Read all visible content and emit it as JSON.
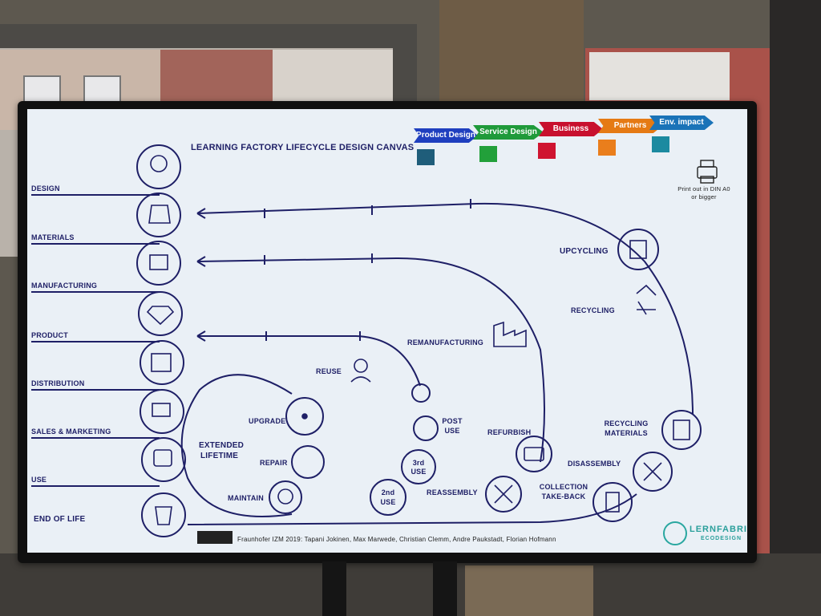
{
  "canvas": {
    "title": "LEARNING FACTORY LIFECYCLE DESIGN CANVAS",
    "print_note_line1": "Print out in DIN A0",
    "print_note_line2": "or bigger",
    "credits": "Fraunhofer IZM 2019: Tapani Jokinen, Max Marwede, Christian Clemm, Andre Paukstadt, Florian Hofmann",
    "logo_top": "LERNFABRIK",
    "logo_bottom": "ECODESIGN"
  },
  "categories": [
    {
      "label": "Product Design",
      "color": "#1f3fbf",
      "swatch": "#1f5d7a"
    },
    {
      "label": "Service Design",
      "color": "#1f9a3a",
      "swatch": "#22a03a"
    },
    {
      "label": "Business",
      "color": "#c8102e",
      "swatch": "#cf1430"
    },
    {
      "label": "Partners",
      "color": "#e57a14",
      "swatch": "#ea7e1c"
    },
    {
      "label": "Env. impact",
      "color": "#1a73b8",
      "swatch": "#1c8aa0"
    }
  ],
  "stages": {
    "design": "DESIGN",
    "materials": "MATERIALS",
    "manufacturing": "MANUFACTURING",
    "product": "PRODUCT",
    "distribution": "DISTRIBUTION",
    "sales": "SALES & MARKETING",
    "use": "USE",
    "end": "END OF LIFE"
  },
  "loops": {
    "upgrade": "UPGRADE",
    "extended1": "EXTENDED",
    "extended2": "LIFETIME",
    "repair": "REPAIR",
    "maintain": "MAINTAIN",
    "reuse": "REUSE",
    "post1": "POST",
    "post2": "USE",
    "third1": "3rd",
    "third2": "USE",
    "second1": "2nd",
    "second2": "USE",
    "reassembly": "REASSEMBLY",
    "remanufacturing": "REMANUFACTURING",
    "refurbish": "REFURBISH",
    "collection1": "COLLECTION",
    "collection2": "TAKE-BACK",
    "disassembly": "DISASSEMBLY",
    "recmat1": "RECYCLING",
    "recmat2": "MATERIALS",
    "recycling": "RECYCLING",
    "upcycling": "UPCYCLING"
  },
  "icons": {
    "design": "head-idea-icon",
    "materials": "ingots-icon",
    "manufacturing": "factory-icon",
    "product": "diamond-icon",
    "distribution": "box-icon",
    "sales": "cart-icon",
    "use": "tablet-hand-icon",
    "end": "bin-icon"
  }
}
